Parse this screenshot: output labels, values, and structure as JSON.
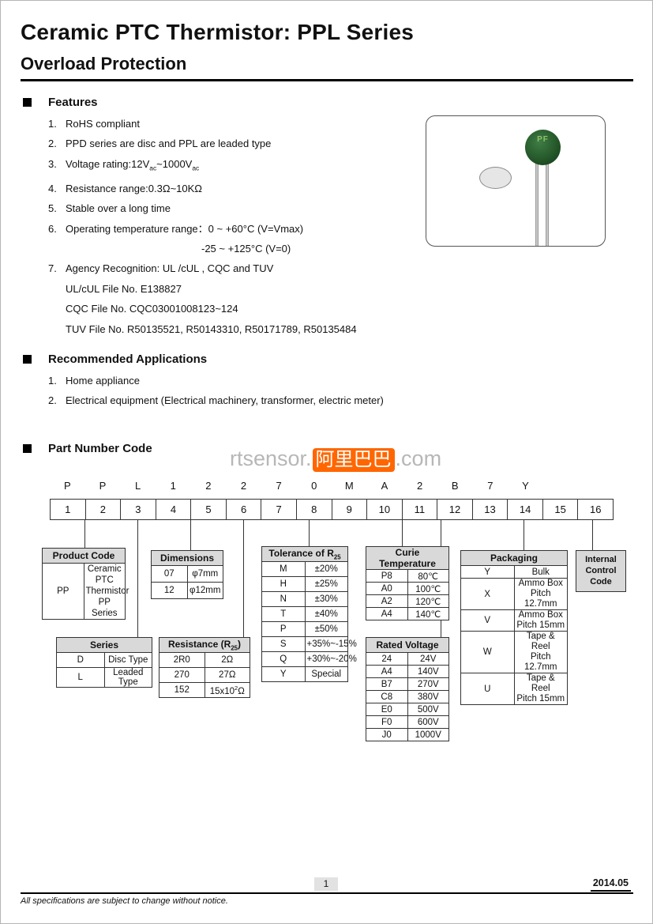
{
  "header": {
    "title": "Ceramic PTC Thermistor: PPL Series",
    "subtitle": "Overload Protection"
  },
  "features": {
    "heading": "Features",
    "items": [
      {
        "num": "1.",
        "text": "RoHS compliant"
      },
      {
        "num": "2.",
        "text": "PPD series are disc and PPL are leaded type"
      },
      {
        "num": "3.",
        "pre": "Voltage rating:12V",
        "sub1": "ac",
        "mid": "~1000V",
        "sub2": "ac"
      },
      {
        "num": "4.",
        "text": "Resistance range:0.3Ω~10KΩ"
      },
      {
        "num": "5.",
        "text": "Stable over a long time"
      },
      {
        "num": "6.",
        "text": "Operating temperature range：0 ~ +60°C (V=Vmax)",
        "line2": "-25 ~ +125°C (V=0)"
      },
      {
        "num": "7.",
        "text": "Agency Recognition: UL /cUL , CQC and TUV",
        "sublines": [
          "UL/cUL File No. E138827",
          "CQC File No. CQC03001008123~124",
          "TUV File No. R50135521, R50143310, R50171789, R50135484"
        ]
      }
    ]
  },
  "photo": {
    "marking": "PF"
  },
  "applications": {
    "heading": "Recommended Applications",
    "items": [
      {
        "num": "1.",
        "text": "Home appliance"
      },
      {
        "num": "2.",
        "text": "Electrical equipment (Electrical machinery, transformer, electric meter)"
      }
    ]
  },
  "part_number": {
    "heading": "Part Number Code",
    "watermark": {
      "prefix": "rtsensor.",
      "brand": "阿里巴巴",
      "suffix": ".com"
    },
    "code_letters": [
      "P",
      "P",
      "L",
      "1",
      "2",
      "2",
      "7",
      "0",
      "M",
      "A",
      "2",
      "B",
      "7",
      "Y",
      "",
      ""
    ],
    "positions": [
      "1",
      "2",
      "3",
      "4",
      "5",
      "6",
      "7",
      "8",
      "9",
      "10",
      "11",
      "12",
      "13",
      "14",
      "15",
      "16"
    ]
  },
  "tables": {
    "product_code": {
      "title": "Product Code",
      "rows": [
        {
          "code": "PP",
          "desc_lines": [
            "Ceramic PTC",
            "Thermistor",
            "PP Series"
          ]
        }
      ]
    },
    "series": {
      "title": "Series",
      "rows": [
        {
          "code": "D",
          "desc": "Disc Type"
        },
        {
          "code": "L",
          "desc": "Leaded Type"
        }
      ]
    },
    "dimensions": {
      "title": "Dimensions",
      "rows": [
        {
          "code": "07",
          "desc": "φ7mm"
        },
        {
          "code": "12",
          "desc": "φ12mm"
        }
      ]
    },
    "resistance": {
      "title_pre": "Resistance (R",
      "title_sub": "25",
      "title_post": ")",
      "rows": [
        {
          "code": "2R0",
          "desc": "2Ω"
        },
        {
          "code": "270",
          "desc": "27Ω"
        },
        {
          "code": "152",
          "desc_pre": "15x10",
          "desc_sup": "2",
          "desc_post": "Ω"
        }
      ]
    },
    "tolerance": {
      "title_pre": "Tolerance of R",
      "title_sub": "25",
      "rows": [
        {
          "code": "M",
          "desc": "±20%"
        },
        {
          "code": "H",
          "desc": "±25%"
        },
        {
          "code": "N",
          "desc": "±30%"
        },
        {
          "code": "T",
          "desc": "±40%"
        },
        {
          "code": "P",
          "desc": "±50%"
        },
        {
          "code": "S",
          "desc": "+35%~-15%"
        },
        {
          "code": "Q",
          "desc": "+30%~-20%"
        },
        {
          "code": "Y",
          "desc": "Special"
        }
      ]
    },
    "curie": {
      "title": "Curie Temperature",
      "rows": [
        {
          "code": "P8",
          "desc": "80℃"
        },
        {
          "code": "A0",
          "desc": "100℃"
        },
        {
          "code": "A2",
          "desc": "120℃"
        },
        {
          "code": "A4",
          "desc": "140℃"
        }
      ]
    },
    "rated_voltage": {
      "title": "Rated Voltage",
      "rows": [
        {
          "code": "24",
          "desc": "24V"
        },
        {
          "code": "A4",
          "desc": "140V"
        },
        {
          "code": "B7",
          "desc": "270V"
        },
        {
          "code": "C8",
          "desc": "380V"
        },
        {
          "code": "E0",
          "desc": "500V"
        },
        {
          "code": "F0",
          "desc": "600V"
        },
        {
          "code": "J0",
          "desc": "1000V"
        }
      ]
    },
    "packaging": {
      "title": "Packaging",
      "rows": [
        {
          "code": "Y",
          "desc": "Bulk"
        },
        {
          "code": "X",
          "desc_lines": [
            "Ammo Box",
            "Pitch 12.7mm"
          ]
        },
        {
          "code": "V",
          "desc_lines": [
            "Ammo Box",
            "Pitch 15mm"
          ]
        },
        {
          "code": "W",
          "desc_lines": [
            "Tape & Reel",
            "Pitch 12.7mm"
          ]
        },
        {
          "code": "U",
          "desc_lines": [
            "Tape & Reel",
            "Pitch 15mm"
          ]
        }
      ]
    },
    "internal_control": {
      "lines": [
        "Internal",
        "Control",
        "Code"
      ]
    }
  },
  "footer": {
    "page_number": "1",
    "date": "2014.05",
    "note": "All specifications are subject to change without notice."
  }
}
